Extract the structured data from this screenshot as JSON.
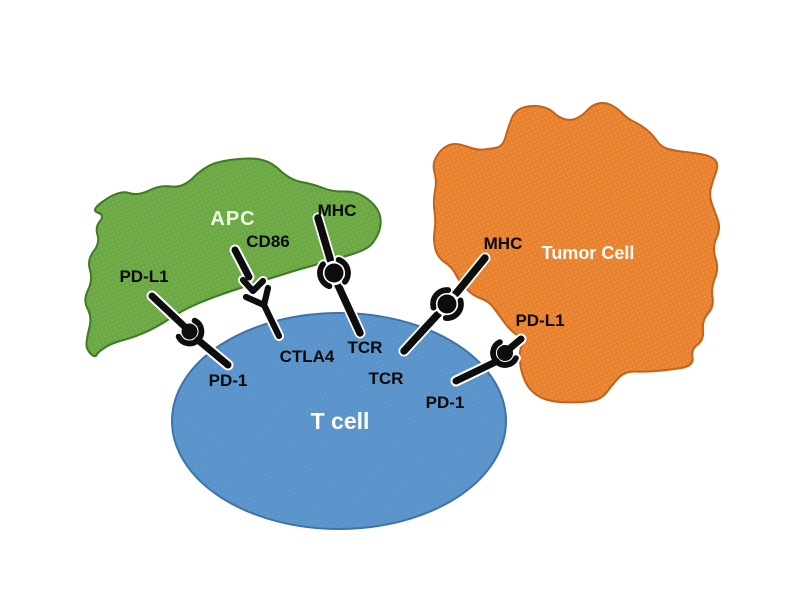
{
  "colors": {
    "apc_fill": "#6ca844",
    "apc_dot": "#82b95e",
    "apc_stroke": "#3e7a22",
    "tumor_fill": "#e8822f",
    "tumor_dot": "#f09c55",
    "tumor_stroke": "#c4621a",
    "tcell_fill": "#5b94cb",
    "tcell_dot": "#6aa0d5",
    "tcell_stroke": "#3c73ab",
    "molecule": "#0d0d0d",
    "background": "#ffffff"
  },
  "cells": {
    "apc": {
      "label": "APC"
    },
    "tumor": {
      "label": "Tumor Cell"
    },
    "tcell": {
      "label": "T cell"
    }
  },
  "molecules": {
    "apc_pd_l1": "PD-L1",
    "apc_cd86": "CD86",
    "apc_mhc": "MHC",
    "tumor_mhc": "MHC",
    "tumor_pd_l1": "PD-L1",
    "tcell_pd1_left": "PD-1",
    "tcell_ctla4": "CTLA4",
    "tcell_tcr_left": "TCR",
    "tcell_tcr_right": "TCR",
    "tcell_pd1_right": "PD-1"
  },
  "interactions": [
    {
      "ligand": "PD-L1",
      "ligand_cell": "APC",
      "receptor": "PD-1",
      "receptor_cell": "T cell"
    },
    {
      "ligand": "CD86",
      "ligand_cell": "APC",
      "receptor": "CTLA4",
      "receptor_cell": "T cell"
    },
    {
      "ligand": "MHC",
      "ligand_cell": "APC",
      "receptor": "TCR",
      "receptor_cell": "T cell"
    },
    {
      "ligand": "MHC",
      "ligand_cell": "Tumor Cell",
      "receptor": "TCR",
      "receptor_cell": "T cell"
    },
    {
      "ligand": "PD-L1",
      "ligand_cell": "Tumor Cell",
      "receptor": "PD-1",
      "receptor_cell": "T cell"
    }
  ]
}
